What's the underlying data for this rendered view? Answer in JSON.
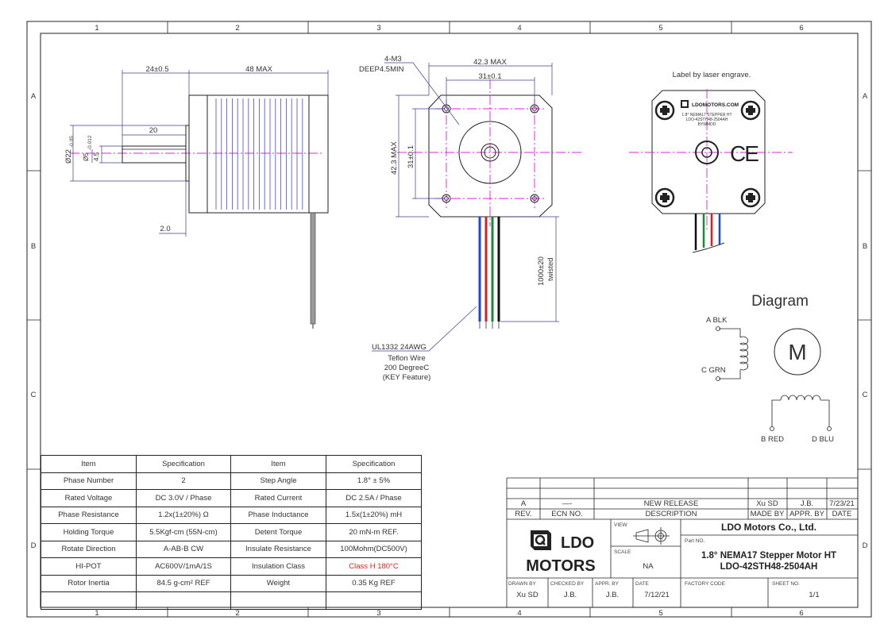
{
  "zones": {
    "columns": [
      "1",
      "2",
      "3",
      "4",
      "5",
      "6"
    ],
    "rows": [
      "A",
      "B",
      "C",
      "D"
    ]
  },
  "side_view": {
    "dim_flat": "24±0.5",
    "dim_body": "48 MAX",
    "dim_shaft": "20",
    "dim_boss_dia": "Ø22",
    "dim_boss_tol": "-0.05",
    "dim_shaft_dia": "Ø5",
    "dim_shaft_tol": "-0.012",
    "dim_flat_width": "4.5",
    "dim_boss_len": "2.0"
  },
  "front_view": {
    "holes_label": "4-M3",
    "holes_depth": "DEEP4.5MIN",
    "dim_width": "42.3 MAX",
    "dim_hole_spacing": "31±0.1",
    "dim_height": "42.3 MAX",
    "dim_hole_spacing_v": "31±0.1",
    "dim_lead": "1000±20",
    "dim_lead_note": "twisted",
    "wire_note": [
      "UL1332 24AWG",
      "Teflon Wire",
      "200 DegreeC",
      "(KEY Feature)"
    ]
  },
  "label_view": {
    "note": "Label by laser engrave.",
    "brand": "LDOMOTORS.COM",
    "line1": "1.8° NEMA17 STEPPER HT",
    "line2": "LDO-42STH48-2504AH",
    "line3": "BYWMDD",
    "ce": "CE"
  },
  "wiring": {
    "title": "Diagram",
    "a": "A BLK",
    "c": "C GRN",
    "b": "B RED",
    "d": "D BLU",
    "motor": "M",
    "colors": {
      "black": "#111111",
      "green": "#1a8a3a",
      "red": "#d42020",
      "blue": "#2048c8"
    }
  },
  "spec_table": {
    "headers": [
      "Item",
      "Specification",
      "Item",
      "Specification"
    ],
    "rows": [
      [
        "Phase Number",
        "2",
        "Step Angle",
        "1.8° ± 5%"
      ],
      [
        "Rated Voltage",
        "DC 3.0V / Phase",
        "Rated Current",
        "DC 2.5A / Phase"
      ],
      [
        "Phase Resistance",
        "1.2x(1±20%) Ω",
        "Phase Inductance",
        "1.5x(1±20%) mH"
      ],
      [
        "Holding Torque",
        "5.5Kgf-cm (55N-cm)",
        "Detent Torque",
        "20 mN-m REF."
      ],
      [
        "Rotate Direction",
        "A-AB-B CW",
        "Insulate Resistance",
        "100Mohm(DC500V)"
      ],
      [
        "HI-POT",
        "AC600V/1mA/1S",
        "Insulation Class",
        "Class H 180°C"
      ],
      [
        "Rotor Inertia",
        "84.5 g-cm² REF",
        "Weight",
        "0.35 Kg REF"
      ],
      [
        "",
        "",
        "",
        ""
      ]
    ],
    "highlight_color": "#e02020"
  },
  "title_block": {
    "revision": {
      "rev": "A",
      "ecn": "—-",
      "description": "NEW RELEASE",
      "made_by": "Xu SD",
      "appr_by": "J.B.",
      "date": "7/23/21"
    },
    "rev_headers": {
      "rev": "REV.",
      "ecn": "ECN NO.",
      "description": "DESCRIPTION",
      "made_by": "MADE BY",
      "appr_by": "APPR. BY",
      "date": "DATE"
    },
    "logo_top": "LDO",
    "logo_bottom": "MOTORS",
    "view_label": "VIEW",
    "scale_label": "SCALE",
    "scale": "NA",
    "company": "LDO Motors Co., Ltd.",
    "part_no_label": "Part NO.",
    "part_line1": "1.8° NEMA17 Stepper Motor HT",
    "part_line2": "LDO-42STH48-2504AH",
    "drawn_by_label": "DRAWN BY",
    "drawn_by": "Xu SD",
    "checked_by_label": "CHECKED BY",
    "checked_by": "J.B.",
    "appr_by_label": "APPR. BY",
    "appr_by": "J.B.",
    "date_label": "DATE",
    "date": "7/12/21",
    "factory_label": "FACTORY CODE",
    "sheet_label": "SHEET NO.",
    "sheet": "1/1"
  }
}
